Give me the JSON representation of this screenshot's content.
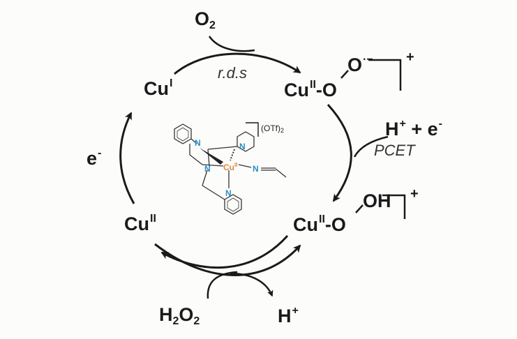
{
  "species": {
    "cu_i": {
      "base": "Cu",
      "ox": "I"
    },
    "cu_ii_superoxo": {
      "base": "Cu",
      "ox": "II",
      "ligand": "-O",
      "tail": "O",
      "radical": "·−",
      "charge": "+"
    },
    "cu_ii_hydroperoxo": {
      "base": "Cu",
      "ox": "II",
      "ligand": "-O",
      "tail": "OH",
      "charge": "+"
    },
    "cu_ii": {
      "base": "Cu",
      "ox": "II"
    }
  },
  "reagents": {
    "o2": {
      "base": "O",
      "sub": "2"
    },
    "h_plus_e_minus": {
      "h": "H",
      "h_sup": "+",
      "plus": " + ",
      "e": "e",
      "e_sup": "-"
    },
    "e_minus": {
      "e": "e",
      "e_sup": "-"
    },
    "h2o2": {
      "h": "H",
      "h_sub": "2",
      "o": "O",
      "o_sub": "2"
    },
    "h_plus": {
      "h": "H",
      "h_sup": "+"
    }
  },
  "steps": {
    "rds": "r.d.s",
    "pcet": "PCET"
  },
  "complex": {
    "n": "N",
    "cu": "Cu",
    "cu_ox": "II",
    "counterion": "(OTf)",
    "counterion_sub": "2"
  },
  "colors": {
    "nitrogen": "#2a8fc6",
    "copper": "#e08a3a",
    "ink": "#1a1a1a"
  }
}
